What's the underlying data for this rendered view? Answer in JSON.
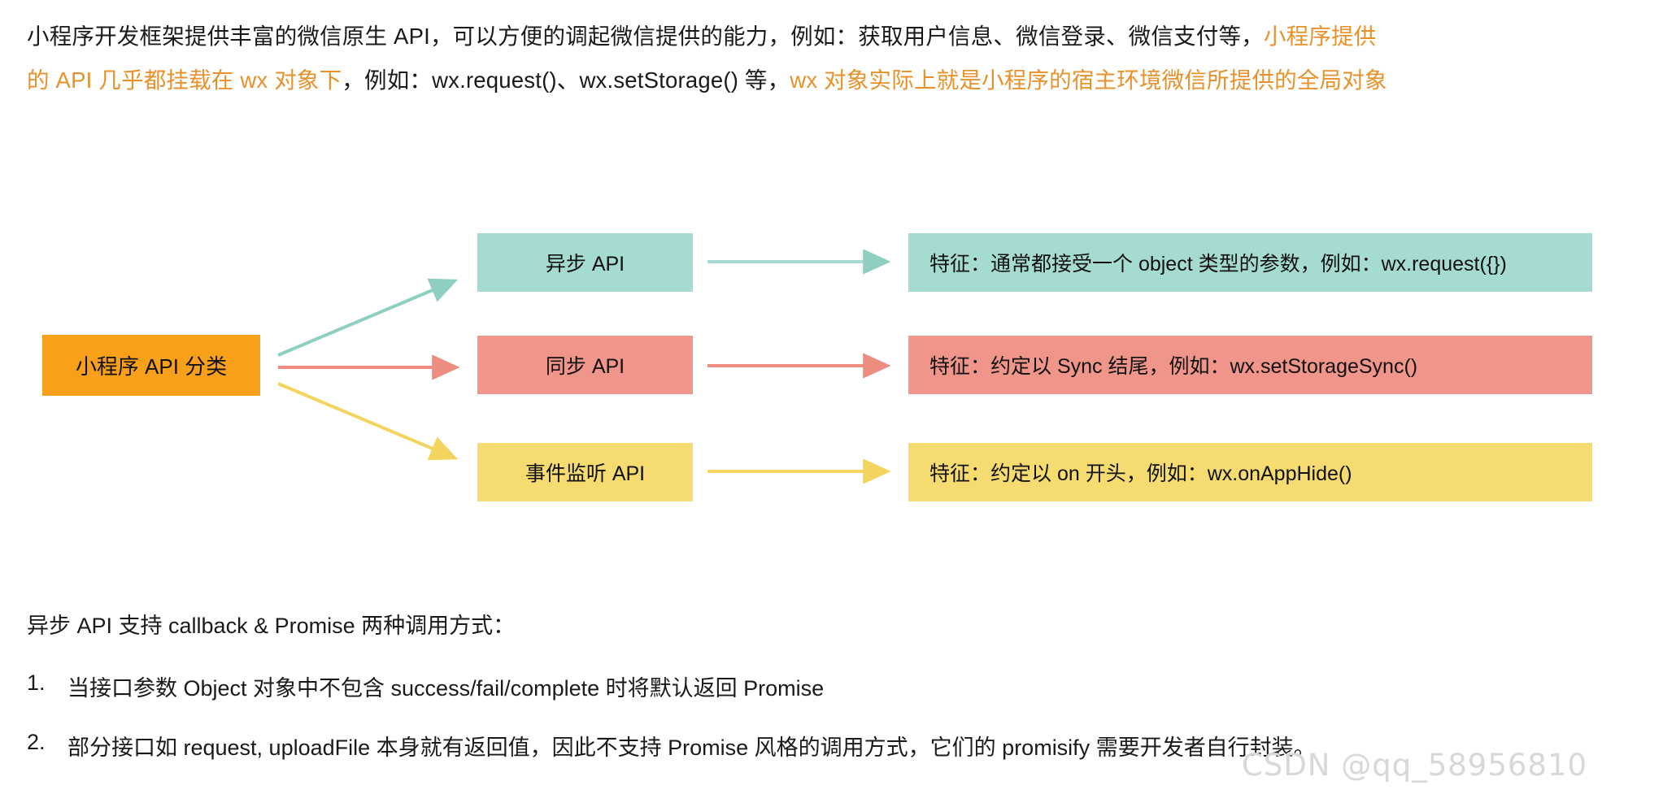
{
  "intro": {
    "line1_a": "小程序开发框架提供丰富的微信原生 API，可以方便的调起微信提供的能力，例如：获取用户信息、微信登录、微信支付等，",
    "line1_b": "小程序提供",
    "line2_a": "的 API 几乎都挂载在 wx 对象下",
    "line2_b": "，例如：wx.request()、wx.setStorage() 等，",
    "line2_c": "wx 对象实际上就是小程序的宿主环境微信所提供的全局对象"
  },
  "diagram": {
    "root": {
      "label": "小程序 API 分类",
      "color": "#f9a01b"
    },
    "rows": [
      {
        "category": "异步 API",
        "description": "特征：通常都接受一个 object 类型的参数，例如：wx.request({})",
        "color": "#a5dbd0"
      },
      {
        "category": "同步 API",
        "description": "特征：约定以 Sync 结尾，例如：wx.setStorageSync()",
        "color": "#ef9589"
      },
      {
        "category": "事件监听 API",
        "description": "特征：约定以 on 开头，例如：wx.onAppHide()",
        "color": "#f5db70"
      }
    ]
  },
  "bottom": {
    "lead": "异步 API 支持 callback & Promise 两种调用方式：",
    "items": [
      {
        "marker": "1.",
        "text": "当接口参数 Object 对象中不包含 success/fail/complete 时将默认返回 Promise"
      },
      {
        "marker": "2.",
        "text": "部分接口如 request, uploadFile 本身就有返回值，因此不支持 Promise 风格的调用方式，它们的 promisify 需要开发者自行封装。"
      }
    ]
  },
  "watermark": {
    "text": "CSDN @qq_58956810"
  }
}
